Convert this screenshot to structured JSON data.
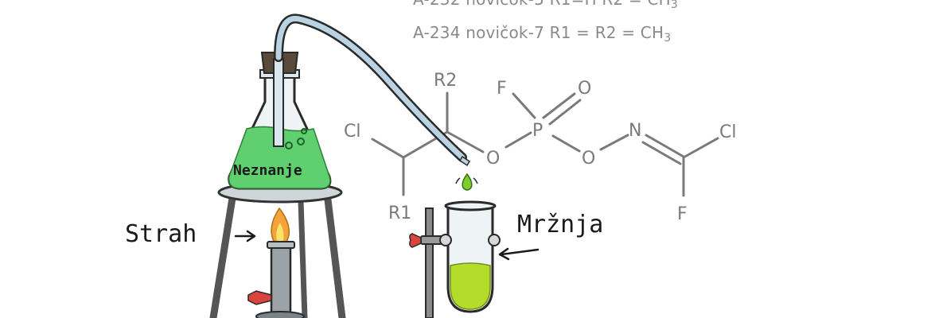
{
  "formulas": [
    {
      "text": "A-232 novičok-5 R1=H R2 = CH",
      "sub": "3"
    },
    {
      "text": "A-234 novičok-7 R1 = R2 = CH",
      "sub": "3"
    }
  ],
  "structure": {
    "atoms": {
      "cl_left": "Cl",
      "r2": "R2",
      "r1": "R1",
      "o_ester": "O",
      "p": "P",
      "f_top": "F",
      "o_double": "O",
      "o_right": "O",
      "n": "N",
      "cl_right": "Cl",
      "f_bottom": "F"
    }
  },
  "labels": {
    "flask": "Neznanje",
    "flame": "Strah",
    "tube": "Mržnja"
  },
  "colors": {
    "liquid_flask": "#5fcf6f",
    "liquid_tube": "#b4dc2a",
    "drop": "#7ccf2a",
    "flame_outer": "#f2a33a",
    "flame_inner": "#fde36a",
    "glass_outline": "#2a2a2a",
    "tubing": "#b9d3e3",
    "stopper": "#5a4a3a",
    "clamp": "#d9453c",
    "valve": "#d9453c",
    "structure_lines": "#7a7a7a"
  }
}
